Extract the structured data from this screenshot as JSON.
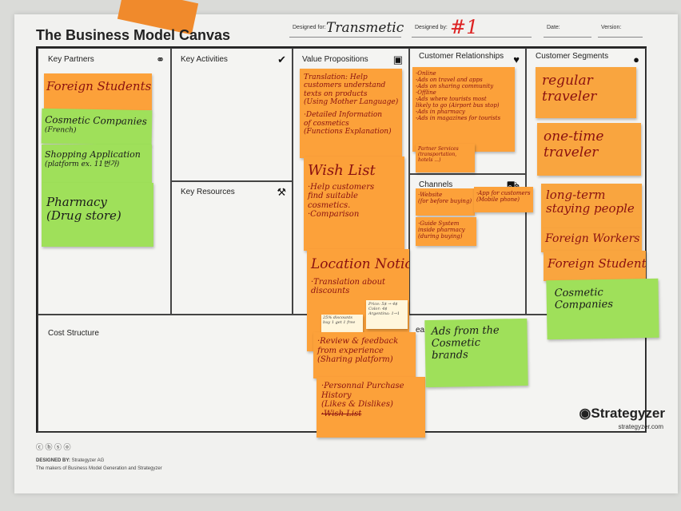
{
  "header": {
    "title": "The Business Model Canvas",
    "designed_for_label": "Designed for:",
    "designed_for_value": "Transmetic",
    "designed_by_label": "Designed by:",
    "designed_by_value": "#1",
    "date_label": "Date:",
    "version_label": "Version:"
  },
  "blocks": {
    "key_partners": "Key Partners",
    "key_activities": "Key Activities",
    "key_resources": "Key Resources",
    "value_propositions": "Value Propositions",
    "customer_relationships": "Customer Relationships",
    "channels": "Channels",
    "customer_segments": "Customer Segments",
    "cost_structure": "Cost Structure",
    "revenue_streams": "eams"
  },
  "icons": {
    "key_partners": "link-icon",
    "key_activities": "check-icon",
    "key_resources": "worker-icon",
    "value_propositions": "gift-icon",
    "customer_relationships": "heart-icon",
    "channels": "truck-icon",
    "customer_segments": "person-icon"
  },
  "notes": {
    "kp1": [
      "Foreign Students"
    ],
    "kp2": [
      "Cosmetic Companies",
      "(French)"
    ],
    "kp3": [
      "Shopping Application",
      "(platform ex. 11번가)"
    ],
    "kp4": [
      "Pharmacy",
      "(Drug store)"
    ],
    "vp1": [
      "Translation: Help",
      "customers understand",
      "texts on products",
      "(Using Mother Language)",
      "·Detailed Information",
      "of cosmetics",
      "(Functions Explanation)"
    ],
    "vp2": [
      "Wish List",
      "·Help customers",
      "find suitable",
      "cosmetics.",
      "·Comparison"
    ],
    "vp3": [
      "Location Notice",
      "·Translation about",
      "discounts"
    ],
    "vp3b": [
      "Price: 5$ → 4$",
      "Color: 4$",
      "Argentina: 1→1"
    ],
    "vp3c": [
      "25% discounts",
      "buy 1 get 1 free"
    ],
    "vp4": [
      "·Review & feedback",
      "from experience",
      "(Sharing platform)"
    ],
    "vp5": [
      "·Personnal Purchase",
      "History",
      "(Likes & Dislikes)",
      "·Wish List"
    ],
    "cr1": [
      "·Online",
      "-Ads on travel and apps",
      "-Ads on sharing community",
      "·Offline",
      "-Ads where tourists most",
      "likely to go (Airport bus stop)",
      "-Ads in pharmacy",
      "-Ads in magazines for tourists"
    ],
    "cr2": [
      "Partner Services",
      "(transportation,",
      "hotels ...)"
    ],
    "ch1": [
      "·Website",
      "(for before buying)"
    ],
    "ch2": [
      "·App for customers",
      "(Mobile phone)"
    ],
    "ch3": [
      "·Guide System",
      "inside pharmacy",
      "(during buying)"
    ],
    "cs1": [
      "regular",
      "traveler"
    ],
    "cs2": [
      "one-time",
      "traveler"
    ],
    "cs3": [
      "long-term",
      "staying people"
    ],
    "cs4": [
      "Foreign Workers"
    ],
    "cs5": [
      "Foreign Students"
    ],
    "cs6": [
      "Cosmetic",
      "Companies"
    ],
    "rs1": [
      "Ads from the",
      "Cosmetic",
      "brands"
    ]
  },
  "footer": {
    "brand": "Strategyzer",
    "brand_url": "strategyzer.com",
    "designed_by_label": "DESIGNED BY:",
    "designed_by_org": "Strategyzer AG",
    "makers_line": "The makers of Business Model Generation and Strategyzer",
    "license_badges": "ⓒ ⓑ ⓢ ⓞ"
  }
}
